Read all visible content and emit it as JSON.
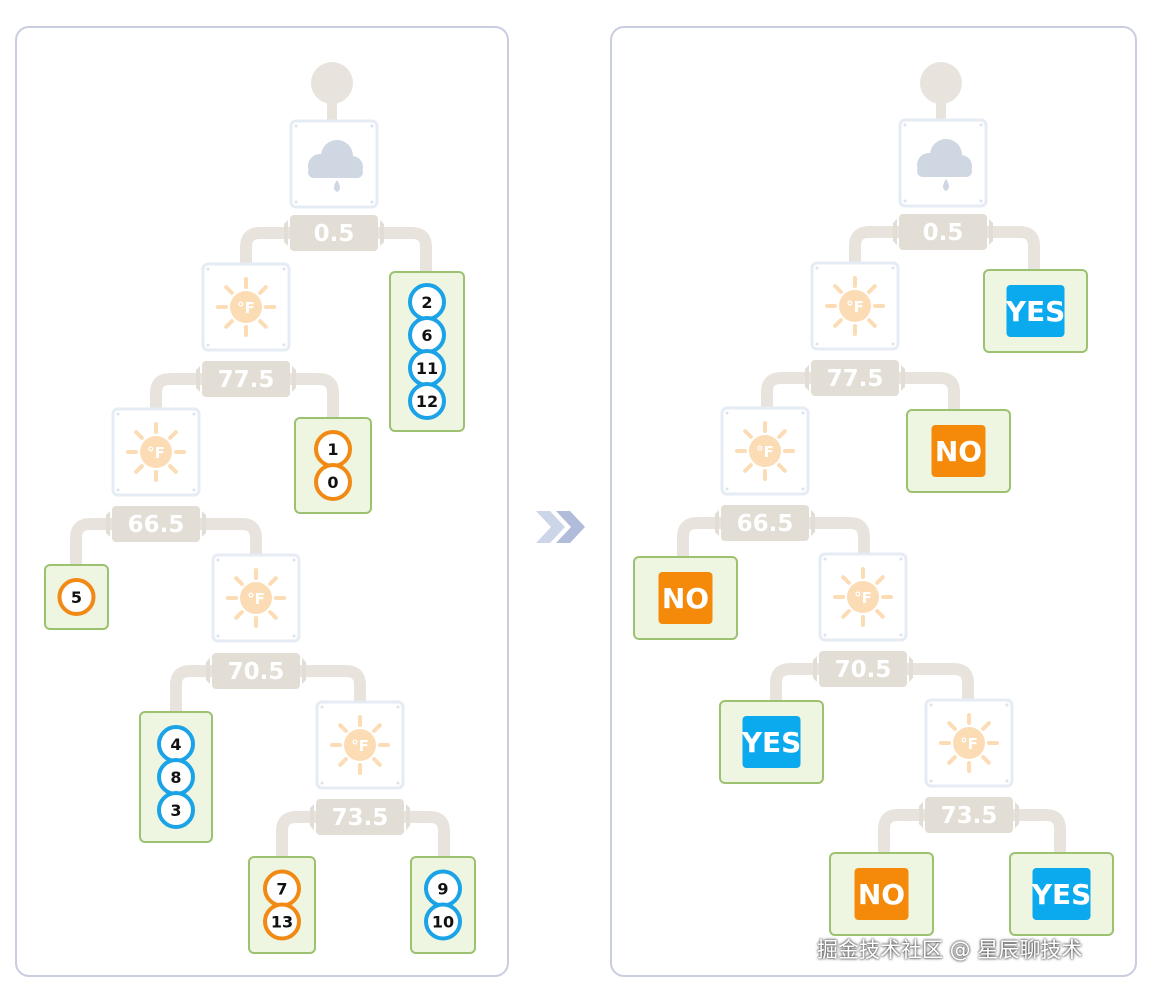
{
  "left_tree": {
    "thresholds": [
      "0.5",
      "77.5",
      "66.5",
      "70.5",
      "73.5"
    ],
    "leaves": [
      {
        "samples": [
          {
            "id": "2",
            "color": "#1aa3e6"
          },
          {
            "id": "6",
            "color": "#1aa3e6"
          },
          {
            "id": "11",
            "color": "#1aa3e6"
          },
          {
            "id": "12",
            "color": "#1aa3e6"
          }
        ]
      },
      {
        "samples": [
          {
            "id": "1",
            "color": "#f18a14"
          },
          {
            "id": "0",
            "color": "#f18a14"
          }
        ]
      },
      {
        "samples": [
          {
            "id": "5",
            "color": "#f18a14"
          }
        ]
      },
      {
        "samples": [
          {
            "id": "4",
            "color": "#1aa3e6"
          },
          {
            "id": "8",
            "color": "#1aa3e6"
          },
          {
            "id": "3",
            "color": "#1aa3e6"
          }
        ]
      },
      {
        "samples": [
          {
            "id": "7",
            "color": "#f18a14"
          },
          {
            "id": "13",
            "color": "#f18a14"
          }
        ]
      },
      {
        "samples": [
          {
            "id": "9",
            "color": "#1aa3e6"
          },
          {
            "id": "10",
            "color": "#1aa3e6"
          }
        ]
      }
    ]
  },
  "right_tree": {
    "thresholds": [
      "0.5",
      "77.5",
      "66.5",
      "70.5",
      "73.5"
    ],
    "leaves": [
      {
        "label": "YES",
        "color": "#0ba9ee"
      },
      {
        "label": "NO",
        "color": "#f58a0a"
      },
      {
        "label": "NO",
        "color": "#f58a0a"
      },
      {
        "label": "YES",
        "color": "#0ba9ee"
      },
      {
        "label": "NO",
        "color": "#f58a0a"
      },
      {
        "label": "YES",
        "color": "#0ba9ee"
      }
    ]
  },
  "icons": {
    "root": "root-node-icon",
    "rain": "rain-cloud-icon",
    "temperature": "sun-temperature-icon",
    "arrow": "double-chevron-right-icon"
  },
  "colors": {
    "connector": "#e8e4dd",
    "threshold_box": "#e2ddd5",
    "leaf_fill": "#eef5e0",
    "leaf_border": "#9cc271",
    "icon_box_border": "#e5ecf4",
    "sun": "#fcdcb5",
    "cloud": "#cfd7e2",
    "arrow": "#b0bcd9"
  },
  "watermark": "掘金技术社区 @ 星辰聊技术"
}
